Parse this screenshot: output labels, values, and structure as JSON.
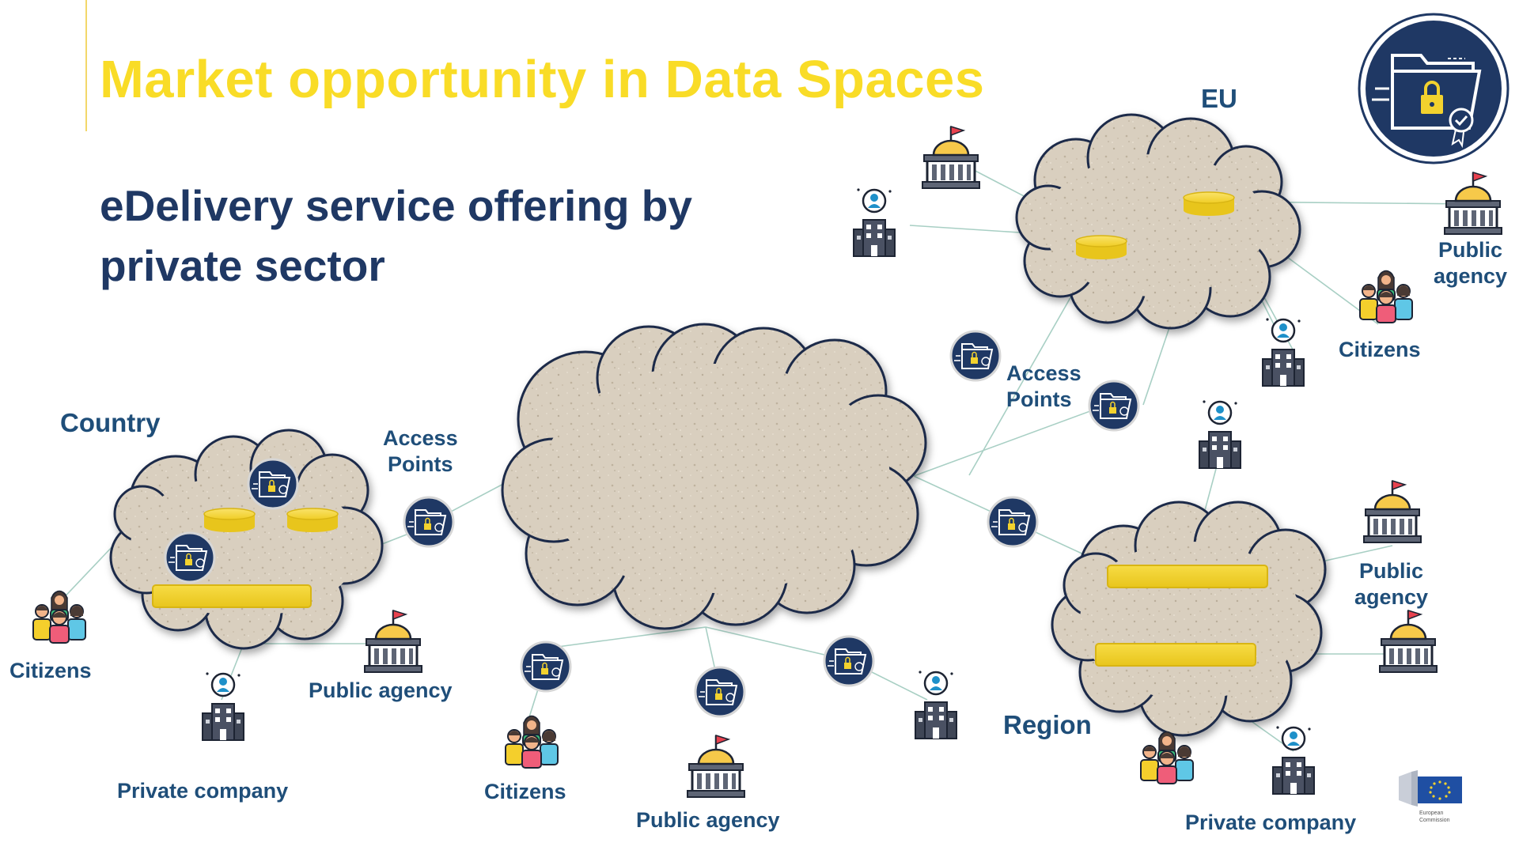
{
  "slide": {
    "title": "Market opportunity in Data Spaces",
    "subtitle_line1": "eDelivery service offering by",
    "subtitle_line2": "private sector"
  },
  "regions": {
    "eu": "EU",
    "country": "Country",
    "region": "Region"
  },
  "labels": {
    "access_points_left_1": "Access",
    "access_points_left_2": "Points",
    "access_points_right_1": "Access",
    "access_points_right_2": "Points",
    "eu_public_agency_1": "Public",
    "eu_public_agency_2": "agency",
    "eu_citizens": "Citizens",
    "country_citizens": "Citizens",
    "country_public_agency": "Public  agency",
    "country_private_company": "Private  company",
    "center_citizens": "Citizens",
    "center_public_agency": "Public  agency",
    "region_public_agency_1": "Public",
    "region_public_agency_2": "agency",
    "region_private_company": "Private  company"
  },
  "logos": {
    "ec_text_1": "European",
    "ec_text_2": "Commission"
  },
  "colors": {
    "title": "#f9dc27",
    "navy": "#1f3864",
    "label": "#1f4e79",
    "cloud_fill": "#d9cfbf",
    "cloud_edge": "#1d2b49",
    "database": "#f3d22e",
    "link": "#a8cfc4"
  },
  "icons": [
    "cloud-icon",
    "database-icon",
    "access-point-icon",
    "government-building-icon",
    "company-building-icon",
    "citizens-group-icon",
    "eu-flag-icon",
    "secure-folder-badge-icon"
  ]
}
